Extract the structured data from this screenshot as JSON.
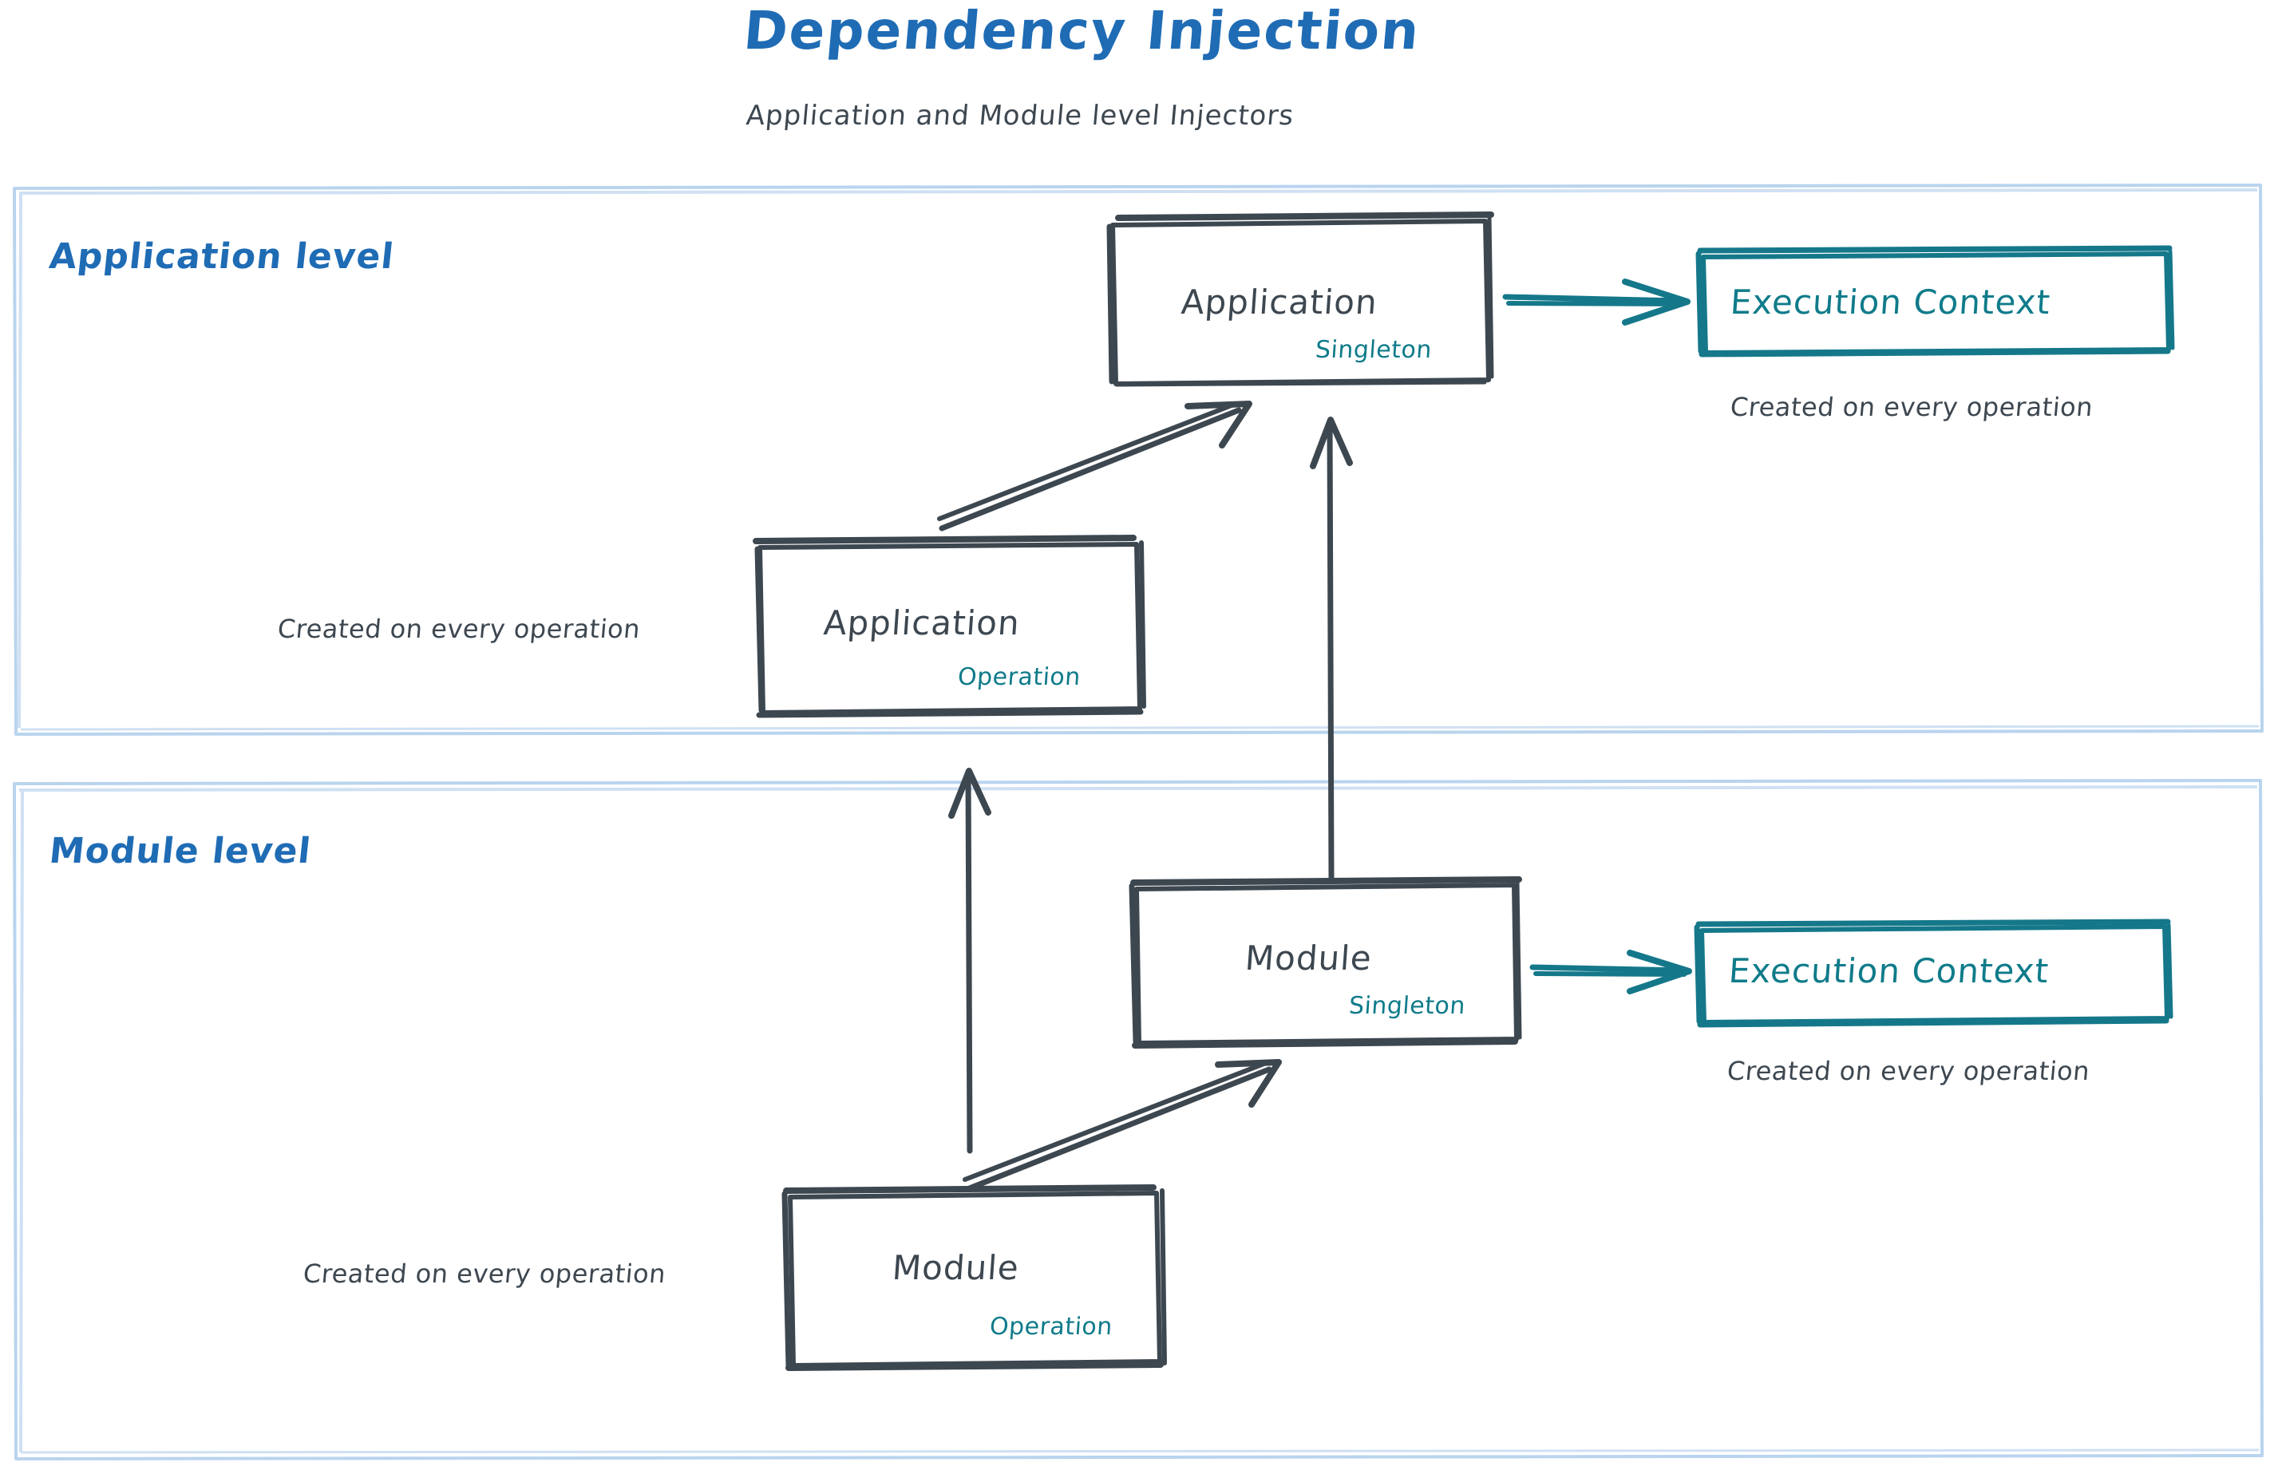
{
  "header": {
    "title": "Dependency Injection",
    "subtitle": "Application and Module level Injectors"
  },
  "colors": {
    "title_blue": "#1f6cb5",
    "zone_border": "#b9d4ee",
    "ink_gray": "#3d4750",
    "teal": "#0f7b8a"
  },
  "zones": [
    {
      "id": "application-level",
      "label": "Application level"
    },
    {
      "id": "module-level",
      "label": "Module level"
    }
  ],
  "nodes": {
    "application_singleton": {
      "title": "Application",
      "scope": "Singleton"
    },
    "application_operation": {
      "title": "Application",
      "scope": "Operation",
      "caption": "Created on every operation"
    },
    "module_singleton": {
      "title": "Module",
      "scope": "Singleton"
    },
    "module_operation": {
      "title": "Module",
      "scope": "Operation",
      "caption": "Created on every operation"
    },
    "execution_context_app": {
      "title": "Execution Context",
      "caption": "Created on every operation"
    },
    "execution_context_module": {
      "title": "Execution Context",
      "caption": "Created on every operation"
    }
  }
}
